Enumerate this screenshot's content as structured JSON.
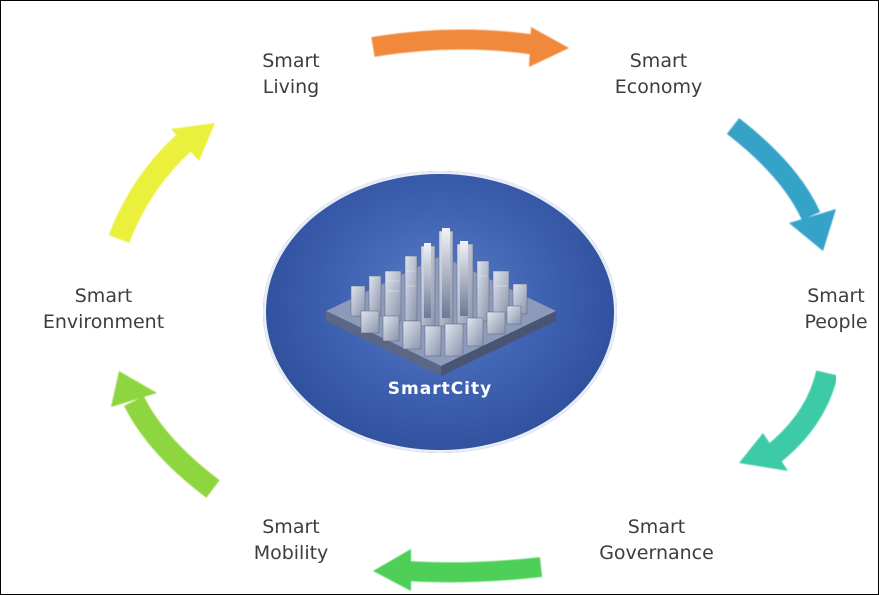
{
  "diagram": {
    "center": {
      "label": "SmartCity"
    },
    "nodes": [
      {
        "id": "living",
        "line1": "Smart",
        "line2": "Living"
      },
      {
        "id": "economy",
        "line1": "Smart",
        "line2": "Economy"
      },
      {
        "id": "people",
        "line1": "Smart",
        "line2": "People"
      },
      {
        "id": "governance",
        "line1": "Smart",
        "line2": "Governance"
      },
      {
        "id": "mobility",
        "line1": "Smart",
        "line2": "Mobility"
      },
      {
        "id": "environment",
        "line1": "Smart",
        "line2": "Environment"
      }
    ],
    "arrow_colors": {
      "living_to_economy": "#f0893a",
      "economy_to_people": "#34a3c8",
      "people_to_governance": "#3ccaa6",
      "governance_to_mobility": "#4dcf59",
      "mobility_to_environment": "#8ed63f",
      "environment_to_living": "#eaf03a"
    },
    "hub_color": "#3a5aa8"
  }
}
